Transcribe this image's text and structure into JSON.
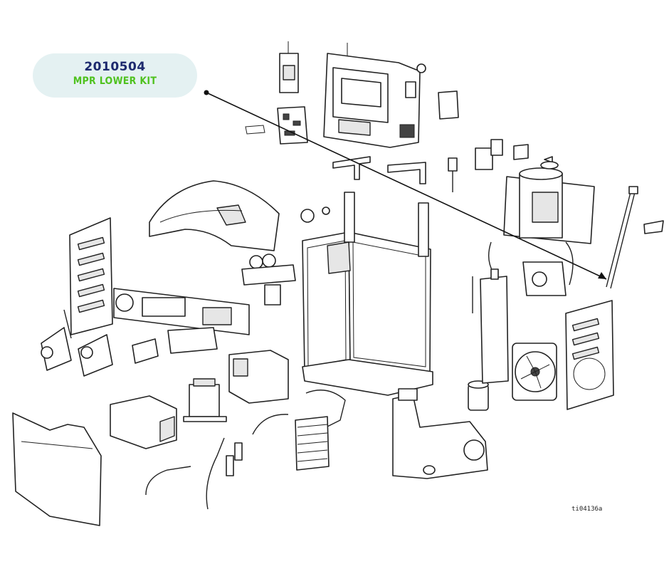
{
  "callout": {
    "part_number": "2010504",
    "part_name": "MPR LOWER KIT",
    "bg_color": "#e4f1f2",
    "number_color": "#1d2a6e",
    "name_color": "#4fc21f"
  },
  "figure_reference": "ti04136a"
}
